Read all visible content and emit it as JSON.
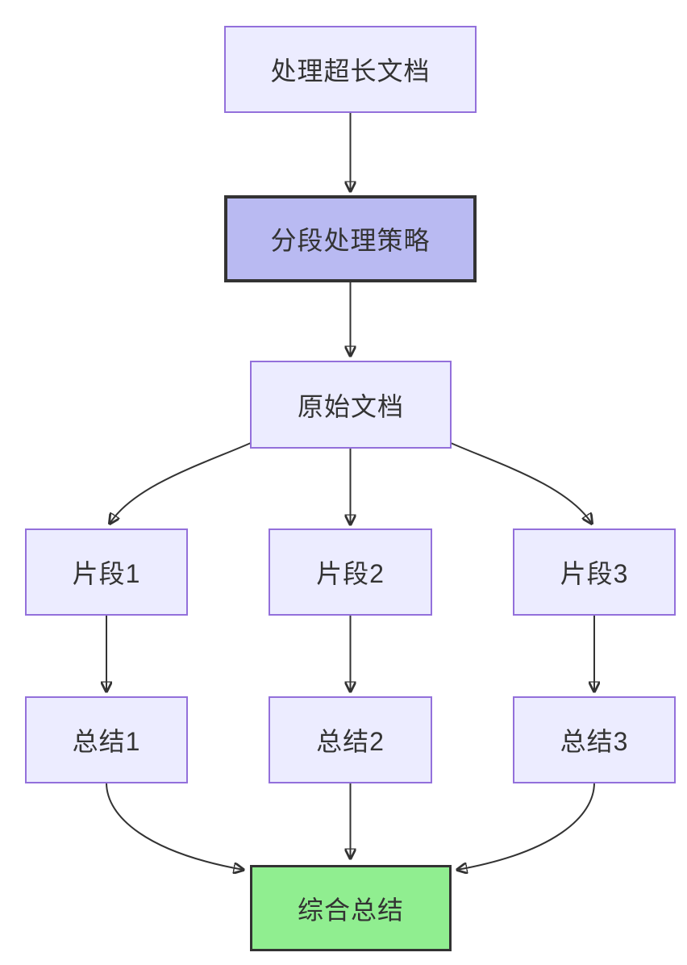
{
  "diagram": {
    "type": "flowchart",
    "direction": "top-down",
    "nodes": [
      {
        "label": "处理超长文档",
        "style": "light"
      },
      {
        "label": "分段处理策略",
        "style": "accent"
      },
      {
        "label": "原始文档",
        "style": "light"
      },
      {
        "label": "片段1",
        "style": "light"
      },
      {
        "label": "片段2",
        "style": "light"
      },
      {
        "label": "片段3",
        "style": "light"
      },
      {
        "label": "总结1",
        "style": "light"
      },
      {
        "label": "总结2",
        "style": "light"
      },
      {
        "label": "总结3",
        "style": "light"
      },
      {
        "label": "综合总结",
        "style": "success"
      }
    ],
    "edges": [
      {
        "from": "处理超长文档",
        "to": "分段处理策略"
      },
      {
        "from": "分段处理策略",
        "to": "原始文档"
      },
      {
        "from": "原始文档",
        "to": "片段1"
      },
      {
        "from": "原始文档",
        "to": "片段2"
      },
      {
        "from": "原始文档",
        "to": "片段3"
      },
      {
        "from": "片段1",
        "to": "总结1"
      },
      {
        "from": "片段2",
        "to": "总结2"
      },
      {
        "from": "片段3",
        "to": "总结3"
      },
      {
        "from": "总结1",
        "to": "综合总结"
      },
      {
        "from": "总结2",
        "to": "综合总结"
      },
      {
        "from": "总结3",
        "to": "综合总结"
      }
    ],
    "colors": {
      "node_fill": "#ececff",
      "node_border": "#9370db",
      "accent_fill": "#b9baf2",
      "accent_border": "#333333",
      "success_fill": "#90ee90",
      "success_border": "#333333",
      "edge": "#333333",
      "text": "#333333"
    }
  }
}
